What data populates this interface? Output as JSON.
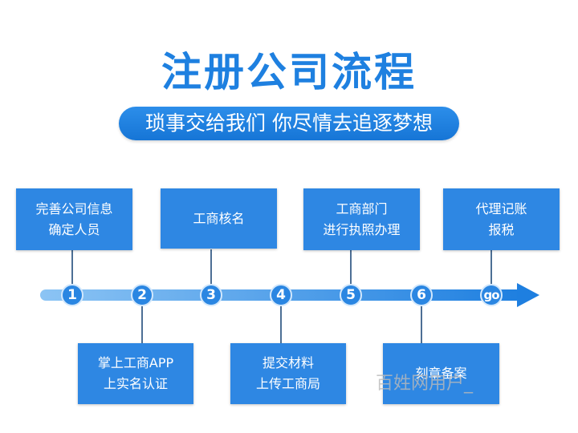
{
  "title": "注册公司流程",
  "subtitle": "琐事交给我们 你尽情去追逐梦想",
  "steps": [
    {
      "marker": "1",
      "lines": [
        "完善公司信息",
        "确定人员"
      ]
    },
    {
      "marker": "2",
      "lines": [
        "掌上工商APP",
        "上实名认证"
      ]
    },
    {
      "marker": "3",
      "lines": [
        "工商核名"
      ]
    },
    {
      "marker": "4",
      "lines": [
        "提交材料",
        "上传工商局"
      ]
    },
    {
      "marker": "5",
      "lines": [
        "工商部门",
        "进行执照办理"
      ]
    },
    {
      "marker": "6",
      "lines": [
        "刻章备案"
      ]
    },
    {
      "marker": "go",
      "lines": [
        "代理记账",
        "报税"
      ]
    }
  ],
  "watermark": "百姓网用户_",
  "colors": {
    "title": "#1e80e0",
    "box": "#2e87e3",
    "pill": "#1a7fe0",
    "connector": "#4d6f95",
    "timeline_start": "#8cc4f4",
    "timeline_end": "#1e7fe0"
  }
}
